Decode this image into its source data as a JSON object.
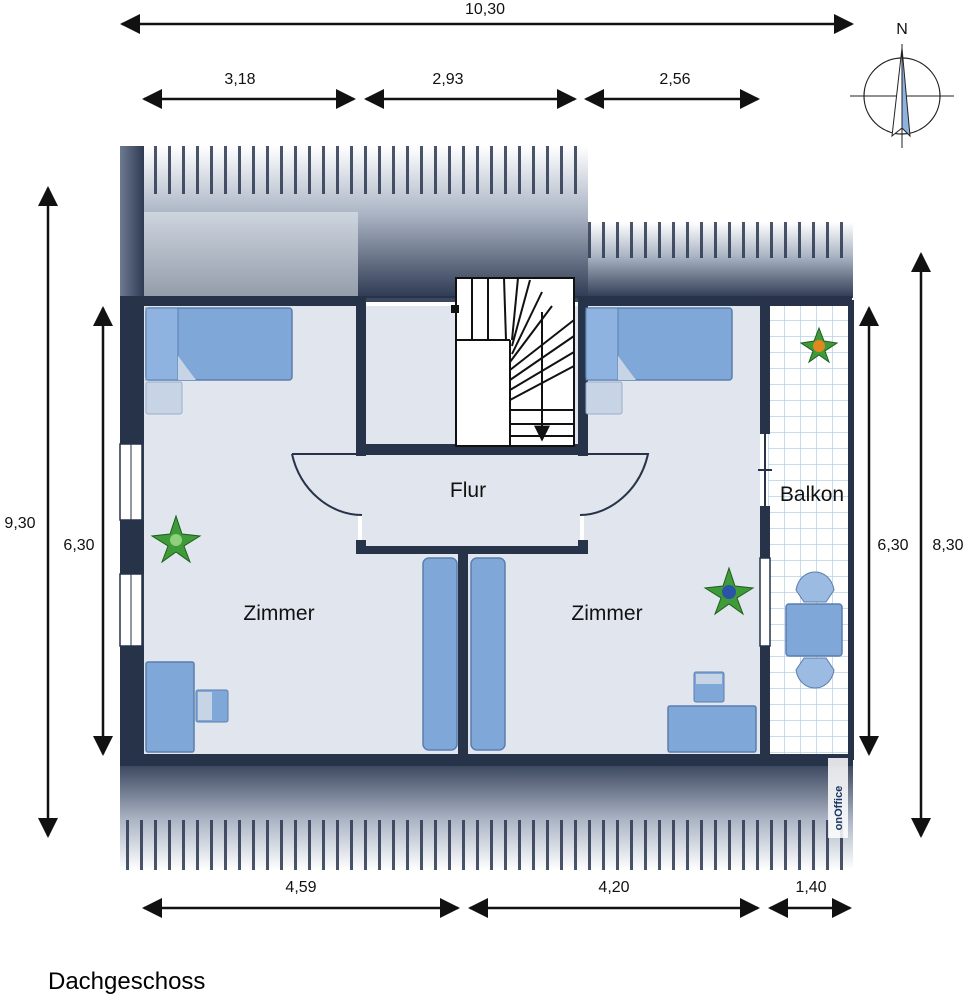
{
  "caption": "Dachgeschoss",
  "compass": {
    "label": "N"
  },
  "dimensions": {
    "top_total": "10,30",
    "top_1": "3,18",
    "top_2": "2,93",
    "top_3": "2,56",
    "left_outer": "9,30",
    "left_inner": "6,30",
    "right_inner": "6,30",
    "right_outer": "8,30",
    "bottom_1": "4,59",
    "bottom_2": "4,20",
    "bottom_3": "1,40"
  },
  "rooms": {
    "left": "Zimmer",
    "right": "Zimmer",
    "hall": "Flur",
    "balcony": "Balkon"
  },
  "brand": "onOffice",
  "colors": {
    "wall": "#263348",
    "floor": "#e1e6ee",
    "furniture": "#7fa7d8",
    "furniture_light": "#c7d4e6",
    "roof_dark": "#3a4760",
    "tile": "#c6d9e8"
  }
}
